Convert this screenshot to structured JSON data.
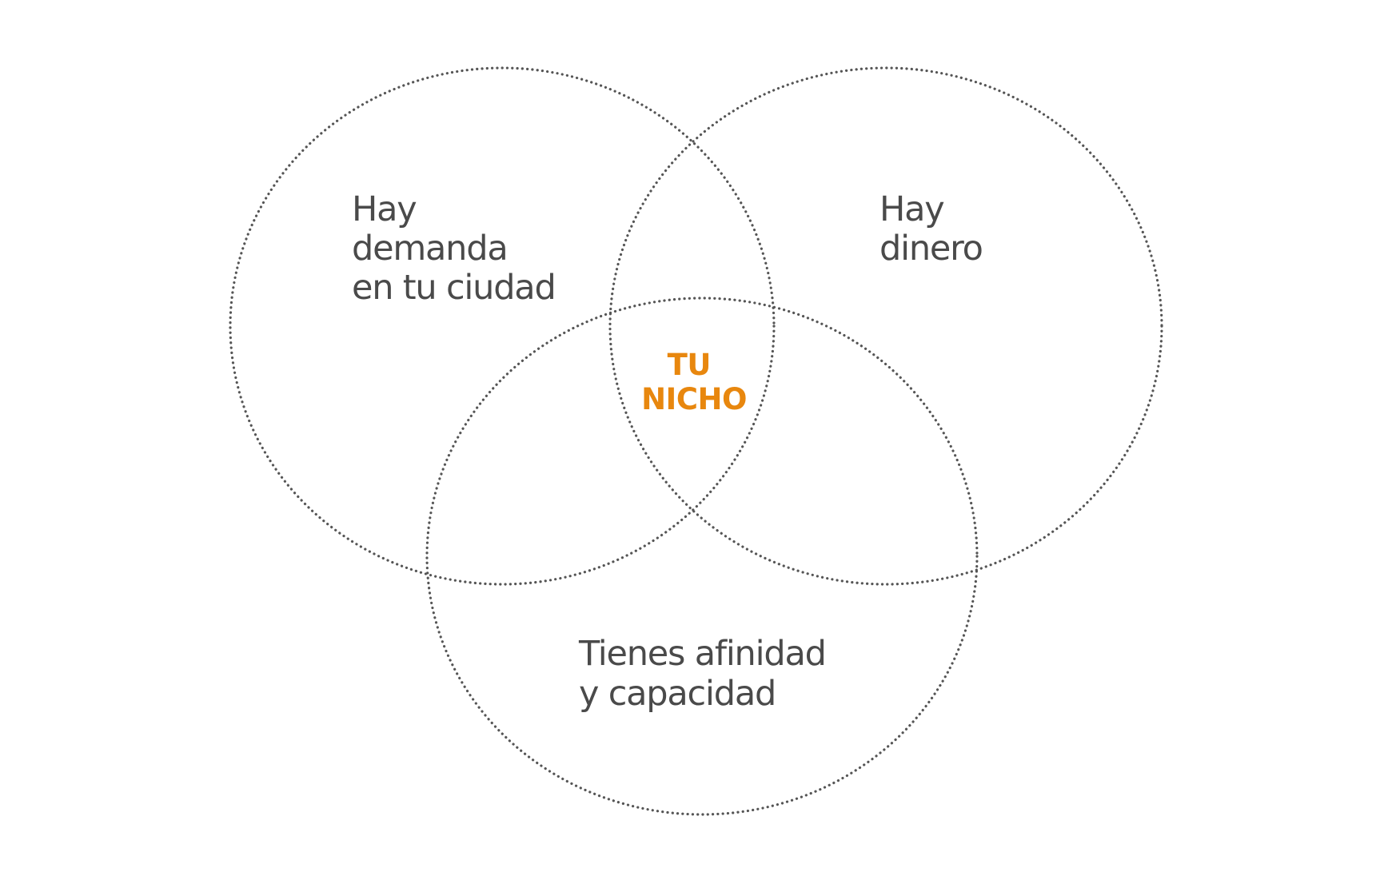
{
  "diagram": {
    "sets": [
      {
        "id": "demand",
        "lines": [
          "Hay",
          "demanda",
          "en tu ciudad"
        ]
      },
      {
        "id": "money",
        "lines": [
          "Hay",
          "dinero"
        ]
      },
      {
        "id": "affinity",
        "lines": [
          "Tienes afinidad",
          "y capacidad"
        ]
      }
    ],
    "center": {
      "lines": [
        "TU",
        "NICHO"
      ]
    },
    "colors": {
      "outline": "#555555",
      "text": "#4a4a4a",
      "accent": "#e8870e"
    }
  }
}
